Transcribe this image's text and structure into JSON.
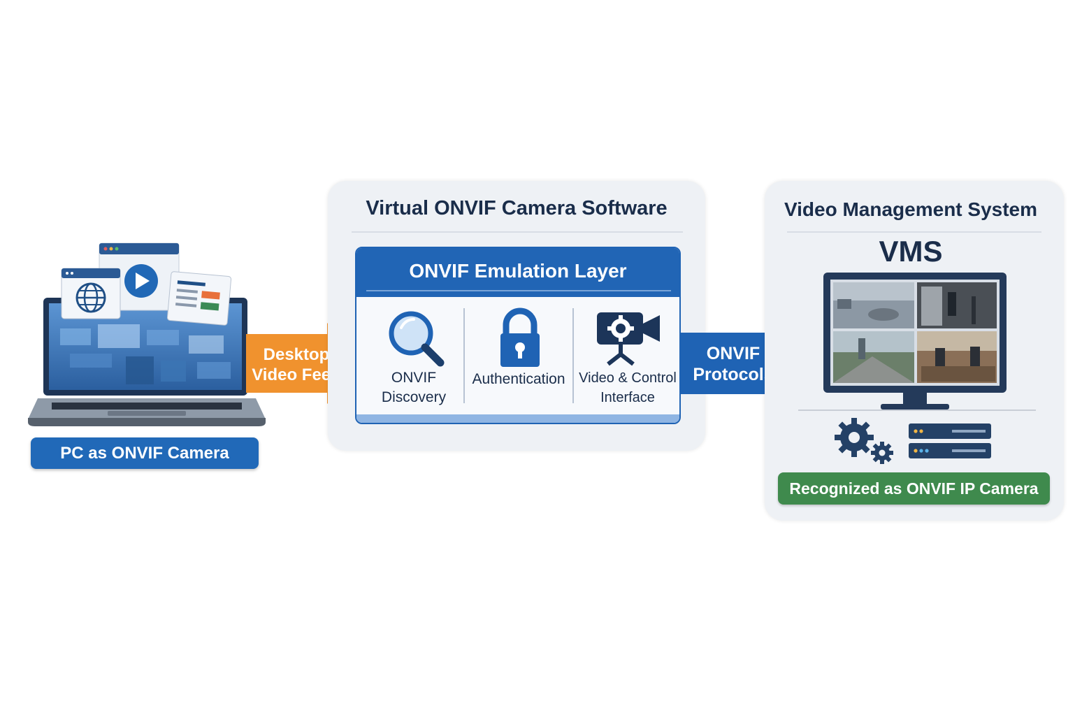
{
  "source": {
    "label": "PC as ONVIF Camera",
    "color": "#2169b8"
  },
  "arrows": {
    "desktop_feed": {
      "label_line1": "Desktop",
      "label_line2": "Video Feed",
      "color": "#f0922e"
    },
    "onvif_protocols": {
      "label_line1": "ONVIF",
      "label_line2": "Protocols",
      "color": "#1f63b4"
    }
  },
  "software": {
    "title": "Virtual ONVIF Camera Software",
    "layer": {
      "title": "ONVIF Emulation Layer",
      "features": [
        {
          "icon": "magnifier-icon",
          "label_line1": "ONVIF",
          "label_line2": "Discovery"
        },
        {
          "icon": "lock-icon",
          "label_line1": "Authentication",
          "label_line2": ""
        },
        {
          "icon": "video-camera-gear-icon",
          "label_line1": "Video & Control",
          "label_line2": "Interface"
        }
      ]
    }
  },
  "vms": {
    "title": "Video Management System",
    "heading": "VMS",
    "status": "Recognized as ONVIF IP Camera",
    "status_color": "#3f8a4d"
  }
}
